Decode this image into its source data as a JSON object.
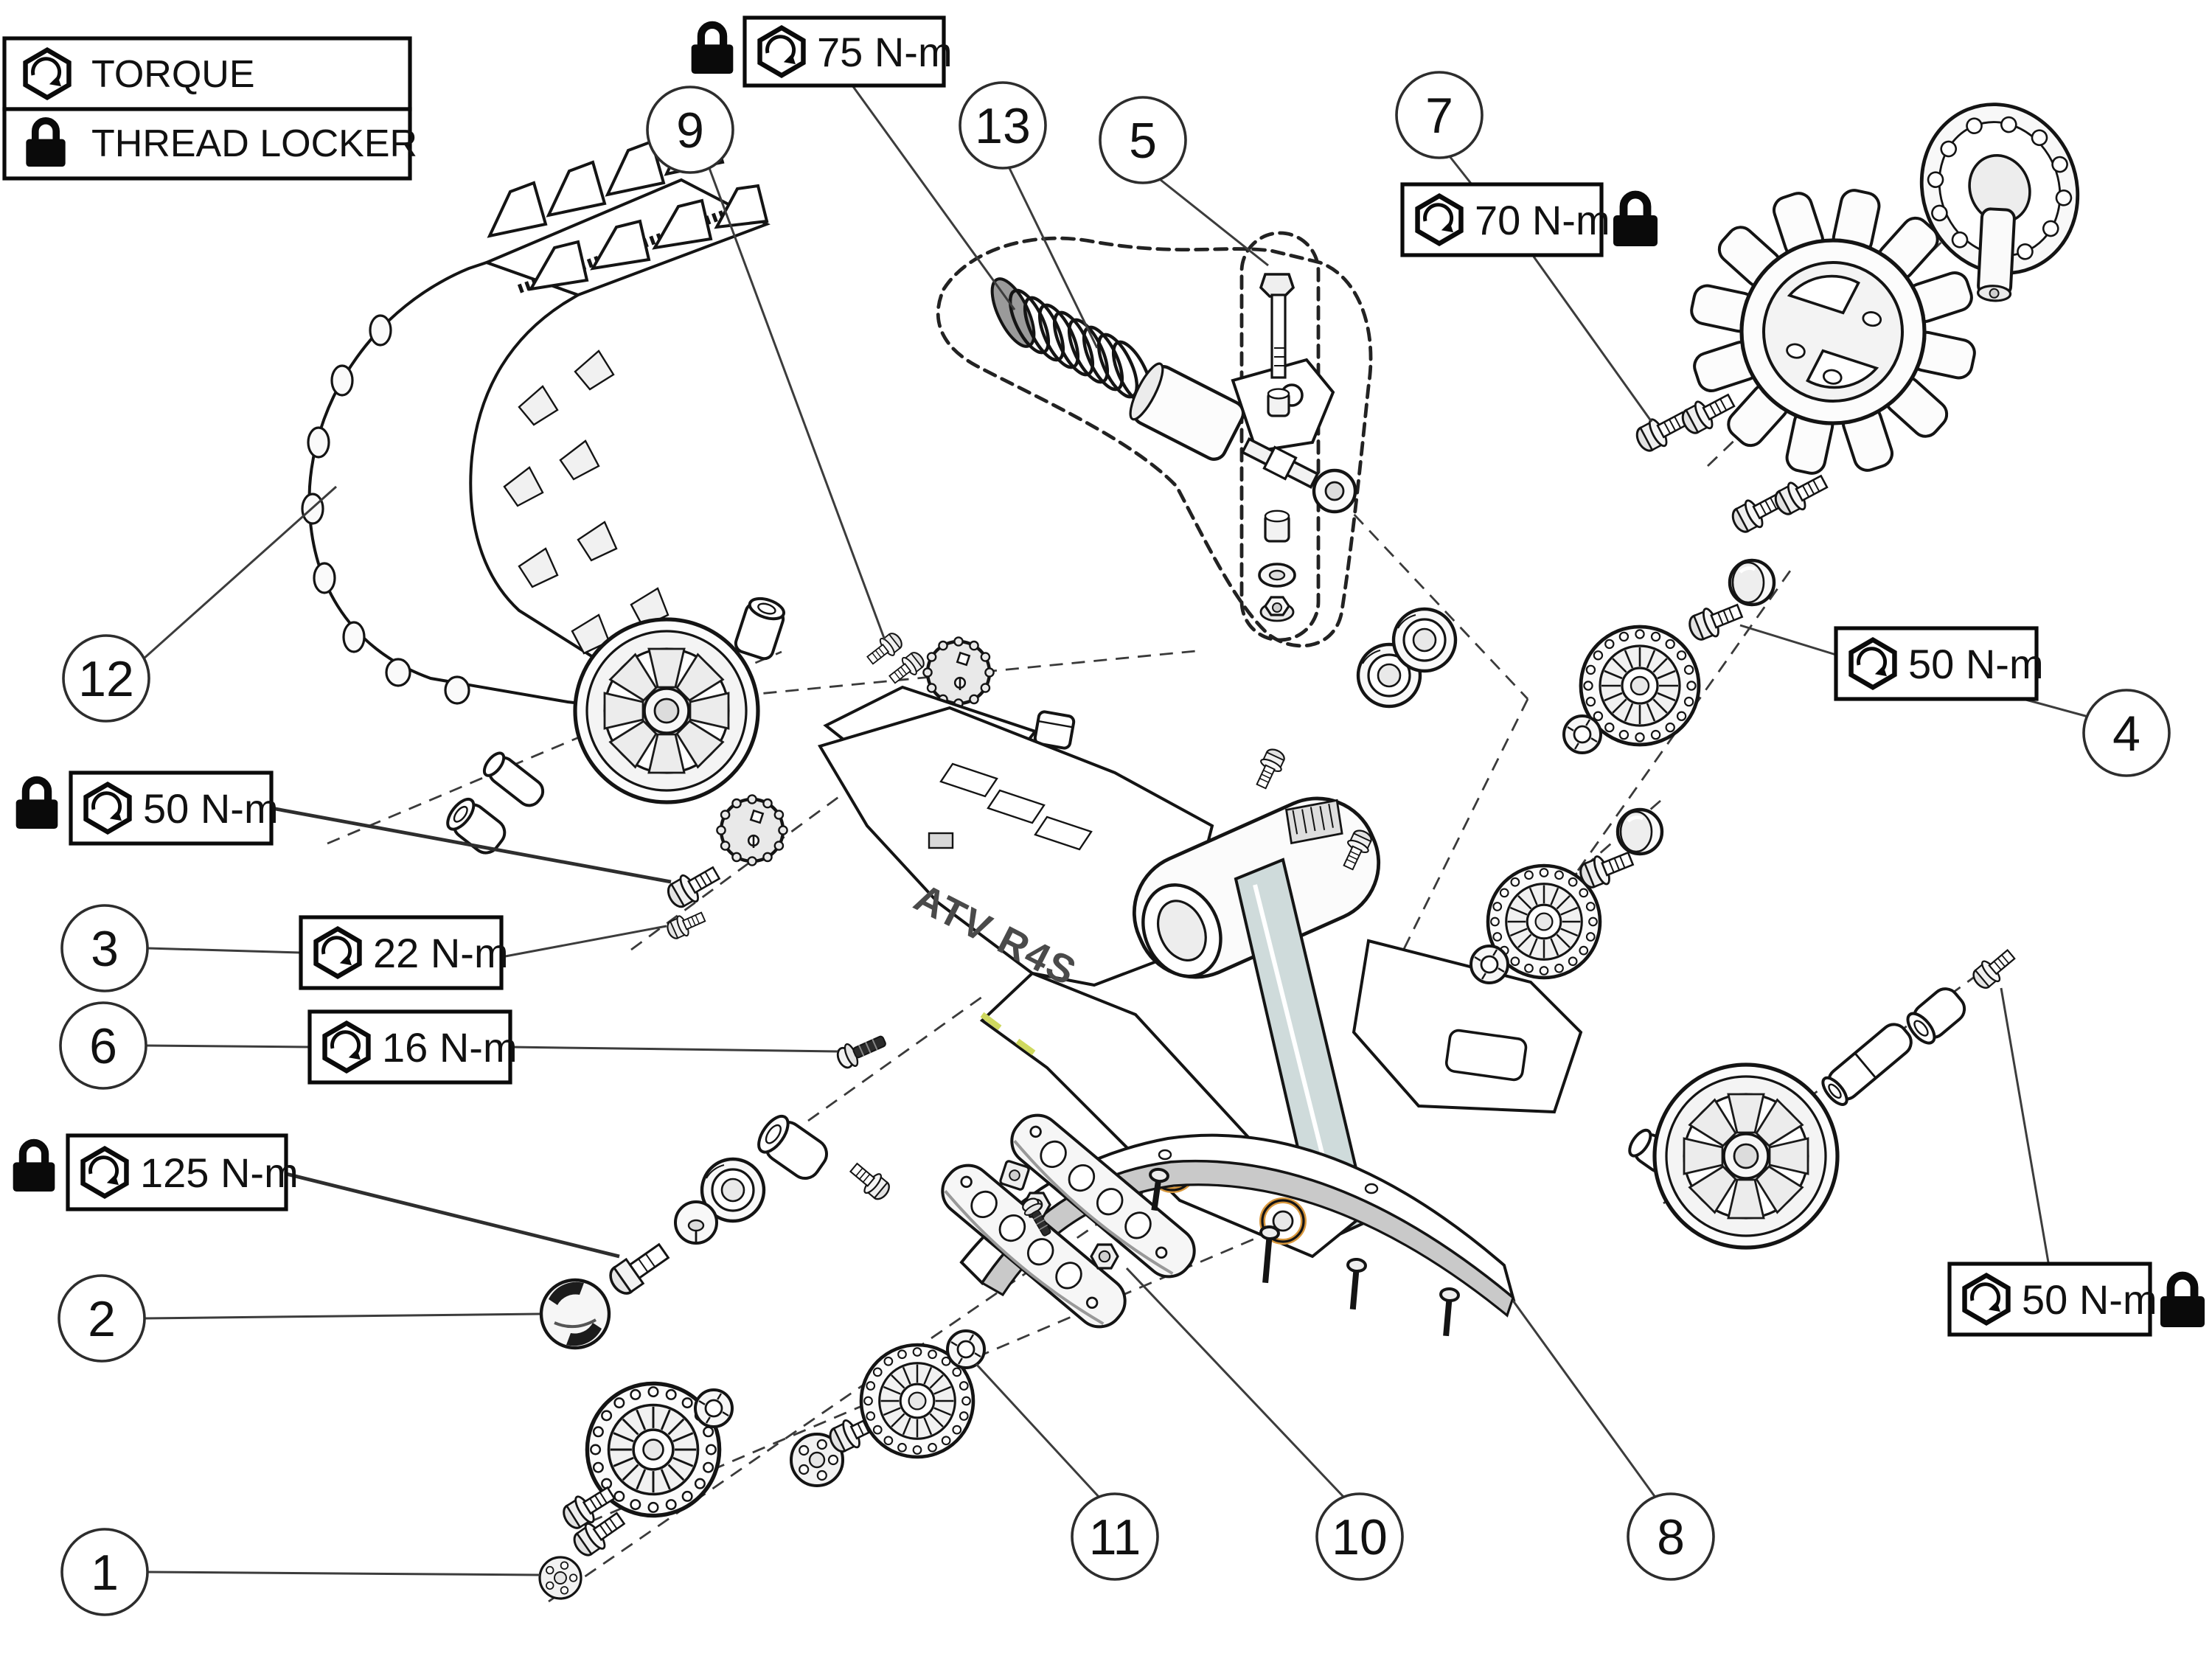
{
  "legend": {
    "items": [
      {
        "icon": "torque-hex-icon",
        "label": "TORQUE"
      },
      {
        "icon": "thread-locker-lock-icon",
        "label": "THREAD LOCKER"
      }
    ]
  },
  "torque_labels": {
    "t75": {
      "value": "75 N-m",
      "thread_locker": true,
      "lock_side": "left"
    },
    "t70": {
      "value": "70 N-m",
      "thread_locker": true,
      "lock_side": "right"
    },
    "t50_right": {
      "value": "50 N-m",
      "thread_locker": false
    },
    "t22": {
      "value": "22 N-m",
      "thread_locker": false
    },
    "t16": {
      "value": "16 N-m",
      "thread_locker": false
    },
    "t125": {
      "value": "125 N-m",
      "thread_locker": true,
      "lock_side": "left"
    },
    "t50_left": {
      "value": "50 N-m",
      "thread_locker": true,
      "lock_side": "left"
    },
    "t50_bottom": {
      "value": "50 N-m",
      "thread_locker": true,
      "lock_side": "right"
    }
  },
  "callouts": {
    "c1": "1",
    "c2": "2",
    "c3": "3",
    "c4": "4",
    "c5": "5",
    "c6": "6",
    "c7": "7",
    "c8": "8",
    "c9": "9",
    "c10": "10",
    "c11": "11",
    "c12": "12",
    "c13": "13"
  },
  "decal": {
    "text": "ATV R4S"
  }
}
